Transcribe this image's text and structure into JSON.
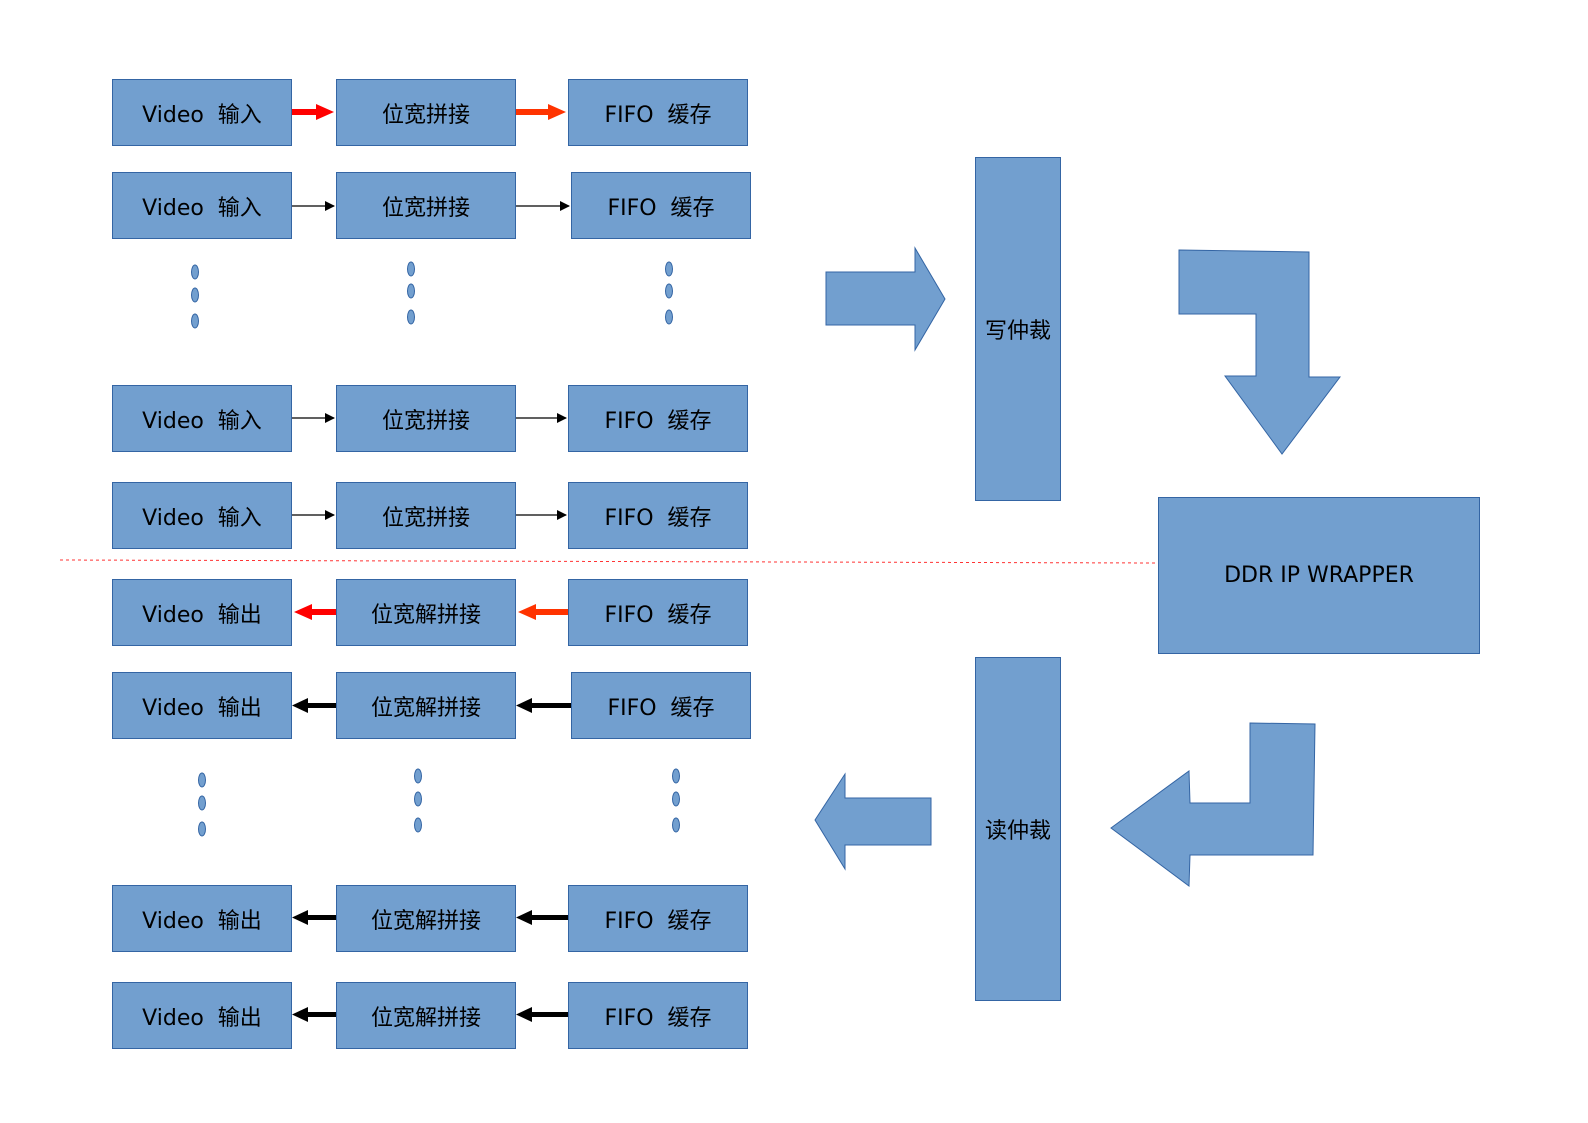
{
  "write_rows": [
    {
      "input": "Video  输入",
      "concat": "位宽拼接",
      "fifo": "FIFO  缓存"
    },
    {
      "input": "Video  输入",
      "concat": "位宽拼接",
      "fifo": "FIFO  缓存"
    },
    {
      "input": "Video  输入",
      "concat": "位宽拼接",
      "fifo": "FIFO  缓存"
    },
    {
      "input": "Video  输入",
      "concat": "位宽拼接",
      "fifo": "FIFO  缓存"
    }
  ],
  "read_rows": [
    {
      "output": "Video  输出",
      "deconcat": "位宽解拼接",
      "fifo": "FIFO  缓存"
    },
    {
      "output": "Video  输出",
      "deconcat": "位宽解拼接",
      "fifo": "FIFO  缓存"
    },
    {
      "output": "Video  输出",
      "deconcat": "位宽解拼接",
      "fifo": "FIFO  缓存"
    },
    {
      "output": "Video  输出",
      "deconcat": "位宽解拼接",
      "fifo": "FIFO  缓存"
    }
  ],
  "write_arbiter": "写仲裁",
  "read_arbiter": "读仲裁",
  "ddr": "DDR IP WRAPPER",
  "colors": {
    "box_fill": "#729fcf",
    "box_border": "#3465a4",
    "highlight_arrow_red": "#ff0000",
    "highlight_arrow_orange": "#ff3300",
    "divider": "#ff3333"
  }
}
